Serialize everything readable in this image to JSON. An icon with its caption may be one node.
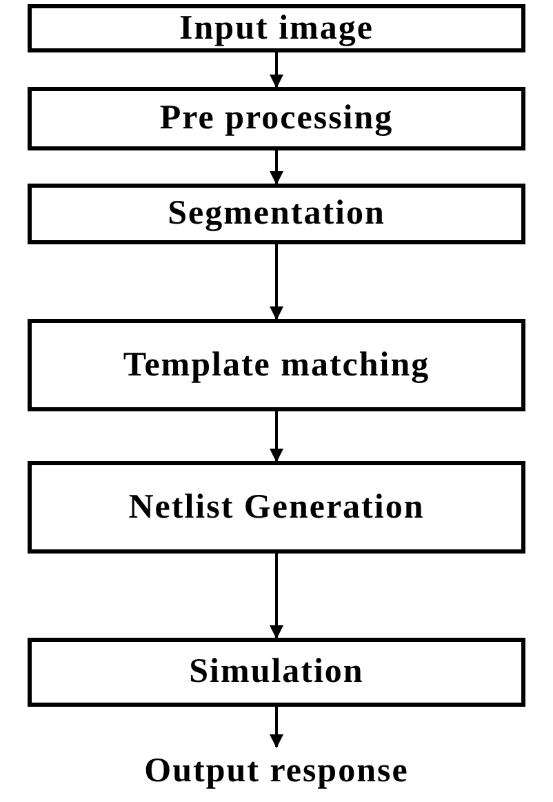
{
  "diagram": {
    "nodes": [
      {
        "text": [
          "Input image"
        ]
      },
      {
        "text": [
          "Pre processing"
        ]
      },
      {
        "text": [
          "Segmentation"
        ]
      },
      {
        "text": [
          "Template matching"
        ]
      },
      {
        "text": [
          "Netlist Generation"
        ]
      },
      {
        "text": [
          "Simulation"
        ]
      },
      {
        "text": [
          "Output response"
        ]
      }
    ],
    "edges": [
      {
        "from": 0,
        "to": 1,
        "arrow": "to"
      },
      {
        "from": 1,
        "to": 2,
        "arrow": "to"
      },
      {
        "from": 2,
        "to": 3,
        "arrow": "to"
      },
      {
        "from": 3,
        "to": 4,
        "arrow": "to"
      },
      {
        "from": 4,
        "to": 5,
        "arrow": "to"
      },
      {
        "from": 5,
        "to": 6,
        "arrow": "to"
      }
    ]
  }
}
